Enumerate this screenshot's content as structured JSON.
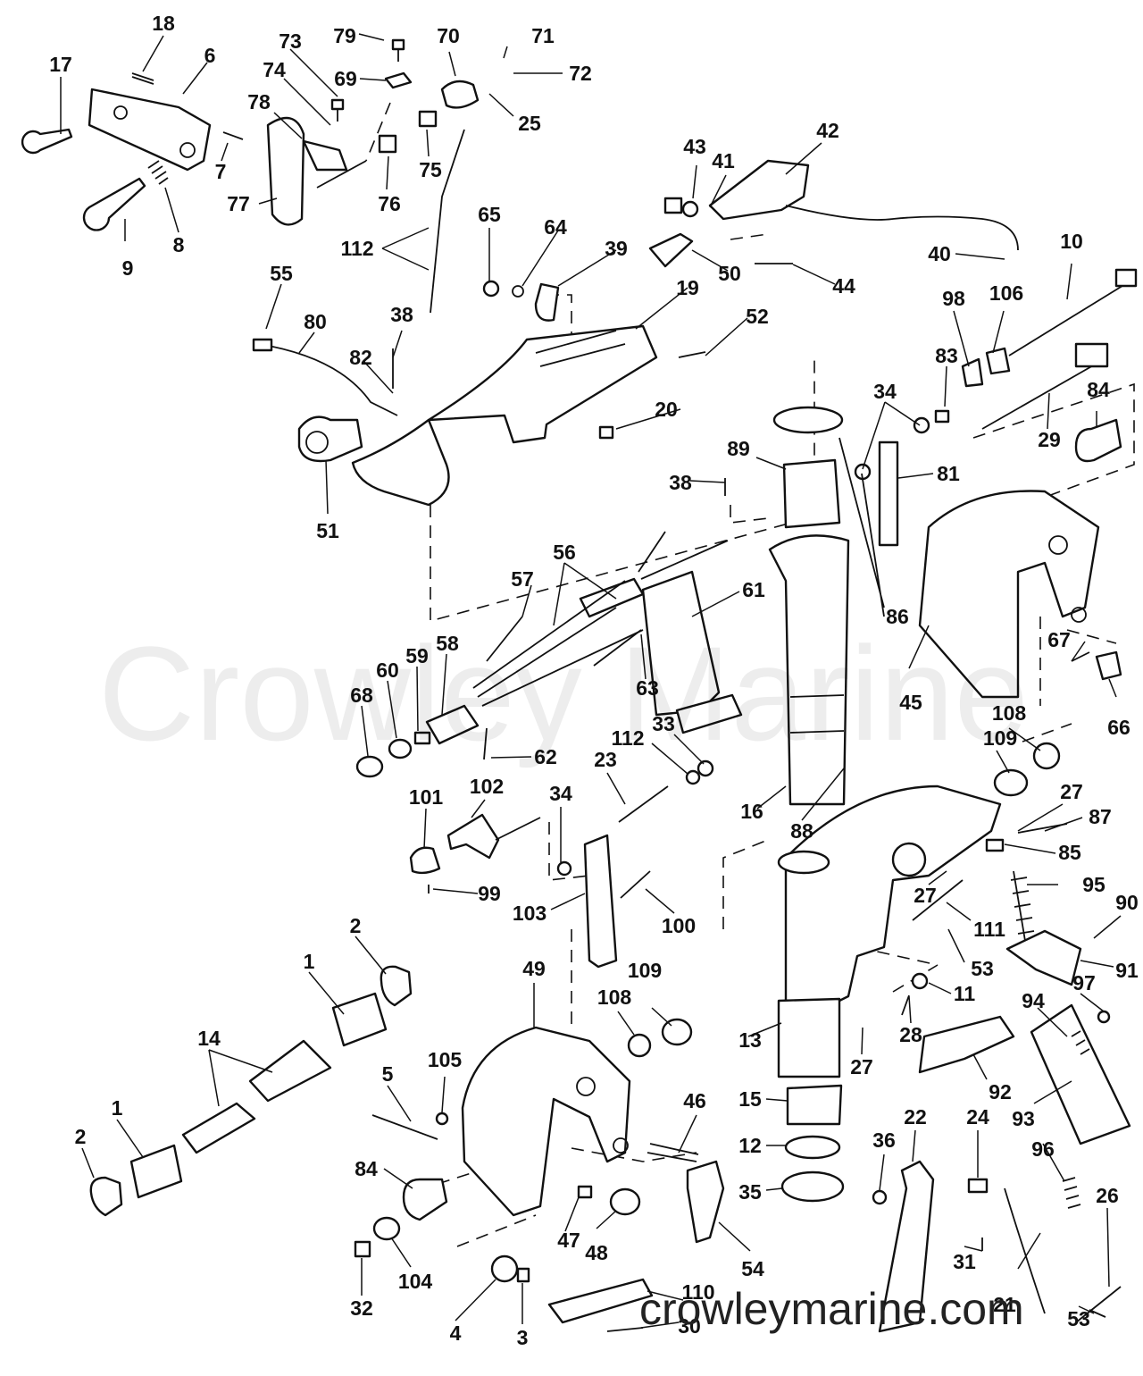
{
  "diagram": {
    "labels": [
      "1",
      "1",
      "2",
      "2",
      "3",
      "4",
      "5",
      "6",
      "7",
      "8",
      "9",
      "10",
      "11",
      "12",
      "13",
      "14",
      "15",
      "16",
      "17",
      "18",
      "19",
      "20",
      "21",
      "22",
      "23",
      "24",
      "25",
      "26",
      "27",
      "27",
      "27",
      "28",
      "29",
      "30",
      "31",
      "32",
      "33",
      "34",
      "34",
      "35",
      "36",
      "38",
      "38",
      "39",
      "40",
      "41",
      "42",
      "43",
      "44",
      "45",
      "46",
      "47",
      "48",
      "49",
      "50",
      "51",
      "52",
      "53",
      "53",
      "54",
      "55",
      "56",
      "57",
      "58",
      "59",
      "60",
      "61",
      "62",
      "63",
      "64",
      "65",
      "66",
      "67",
      "68",
      "69",
      "70",
      "71",
      "72",
      "73",
      "74",
      "75",
      "76",
      "77",
      "78",
      "79",
      "80",
      "81",
      "82",
      "83",
      "84",
      "84",
      "85",
      "86",
      "87",
      "88",
      "89",
      "90",
      "91",
      "92",
      "93",
      "94",
      "95",
      "96",
      "97",
      "98",
      "99",
      "100",
      "101",
      "102",
      "103",
      "104",
      "105",
      "106",
      "108",
      "108",
      "109",
      "109",
      "110",
      "111",
      "112",
      "112"
    ]
  },
  "watermark": {
    "main": "Crowley Marine",
    "url": "crowleymarine.com"
  }
}
